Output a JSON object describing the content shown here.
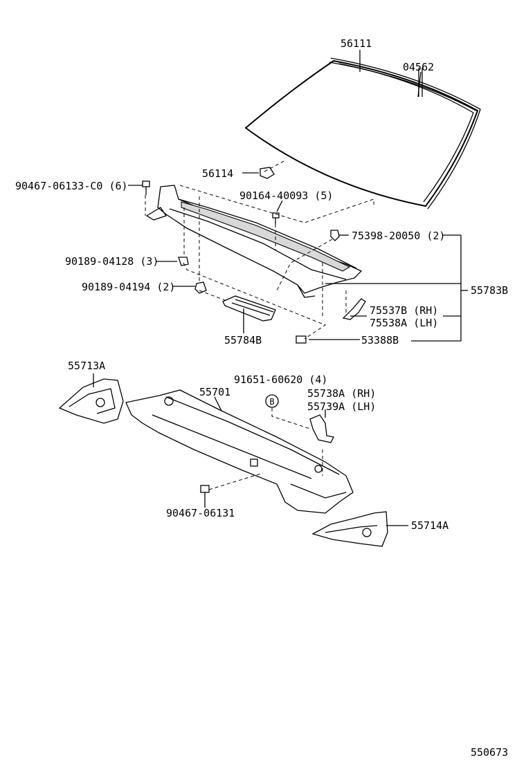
{
  "parts": {
    "windshield_glass": "56111",
    "windshield_weatherstrip": "04562",
    "glass_clip": "56114",
    "bolt_top_left": "90467-06133-C0 (6)",
    "screw_cowl": "90164-40093 (5)",
    "clip_75398": "75398-20050 (2)",
    "cowl_panel_assy": "55783B",
    "clip_90189_04128": "90189-04128 (3)",
    "clip_90189_04194": "90189-04194 (2)",
    "bracket_rh": "75537B (RH)",
    "bracket_lh": "75538A (LH)",
    "grille_55784b": "55784B",
    "seal_53388b": "53388B",
    "brace_left": "55713A",
    "nut_91651": "91651-60620 (4)",
    "cowl_top_panel": "55701",
    "bracket_55738a": "55738A (RH)",
    "bracket_55739a": "55739A (LH)",
    "bolt_90467_06131": "90467-06131",
    "brace_right": "55714A",
    "callout_b": "B"
  },
  "diagram_id": "550673"
}
